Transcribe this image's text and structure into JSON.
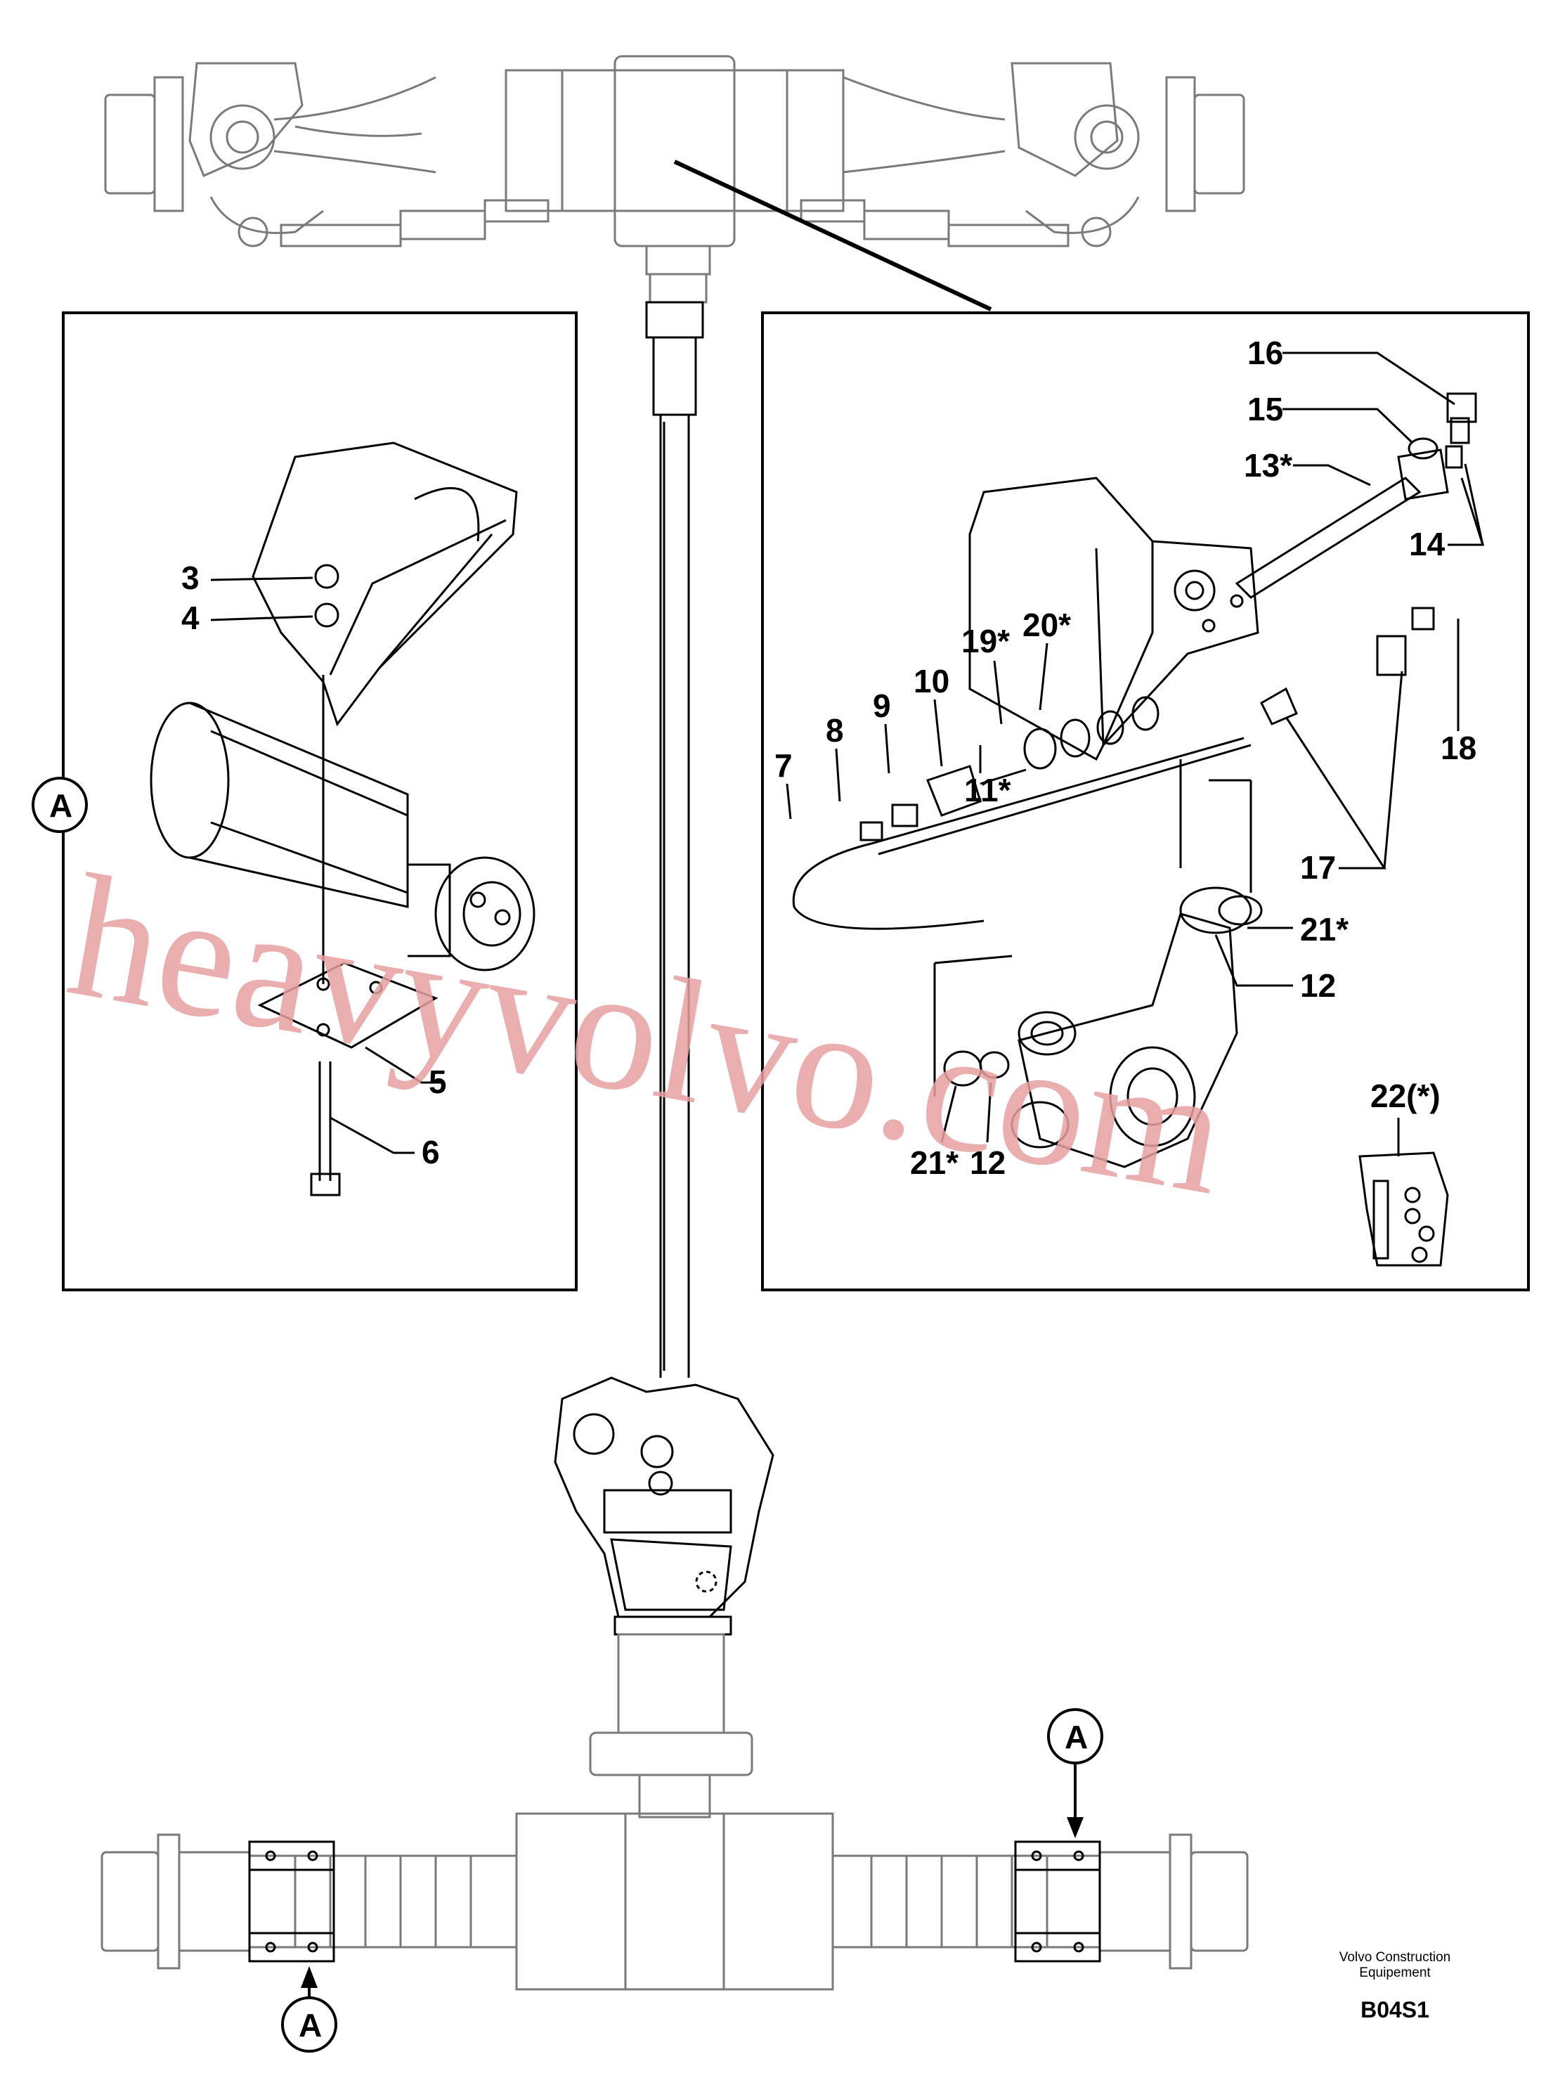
{
  "watermark": "heavyvolvo.com",
  "footer": {
    "company_line1": "Volvo Construction",
    "company_line2": "Equipement",
    "code": "B04S1"
  },
  "views": {
    "left": "A",
    "bottom_right": "A",
    "bottom_left": "A"
  },
  "callouts": {
    "c3": "3",
    "c4": "4",
    "c5": "5",
    "c6": "6",
    "c7": "7",
    "c8": "8",
    "c9": "9",
    "c10": "10",
    "c11": "11*",
    "c12a": "12",
    "c12b": "12",
    "c13": "13*",
    "c14": "14",
    "c15": "15",
    "c16": "16",
    "c17": "17",
    "c18": "18",
    "c19": "19*",
    "c20": "20*",
    "c21a": "21*",
    "c21b": "21*",
    "c22": "22(*)"
  }
}
